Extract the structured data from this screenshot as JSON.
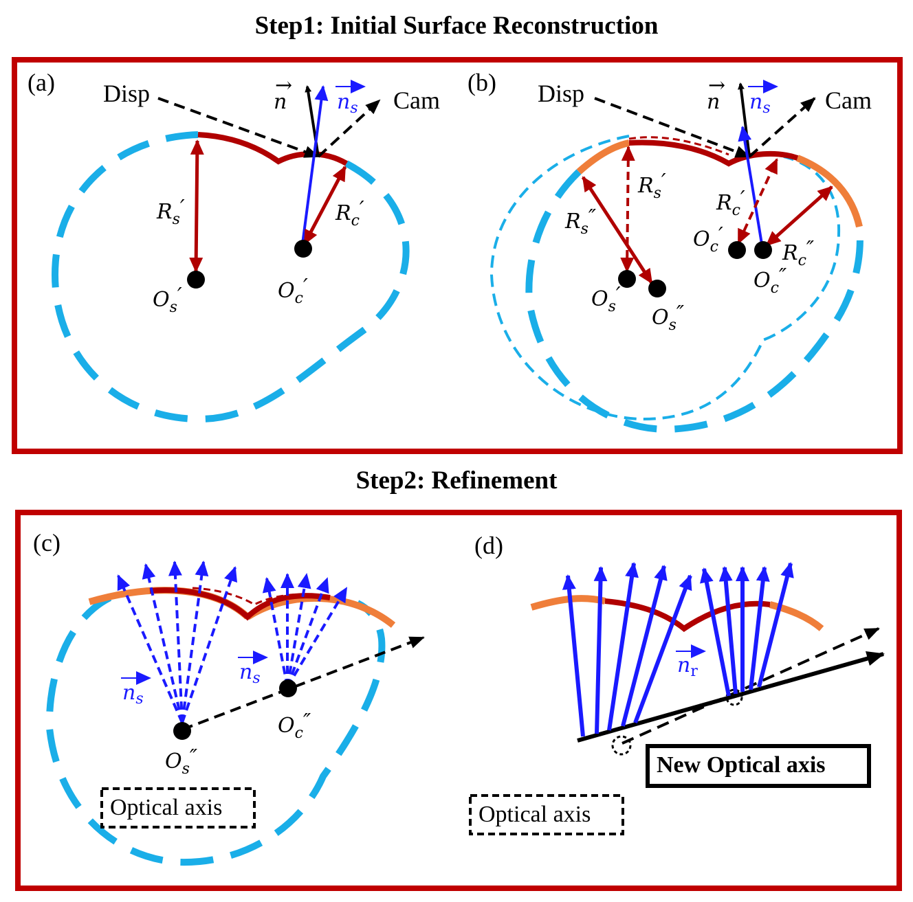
{
  "titles": {
    "step1": "Step1: Initial Surface Reconstruction",
    "step2": "Step2: Refinement"
  },
  "panels": {
    "a": {
      "label": "(a)",
      "disp": "Disp",
      "cam": "Cam",
      "n": "n",
      "n_s": "n",
      "n_s_sub": "s",
      "R_s": "R",
      "R_s_sub": "s",
      "R_s_prime": "′",
      "R_c": "R",
      "R_c_sub": "c",
      "R_c_prime": "′",
      "O_s": "O",
      "O_s_sub": "s",
      "O_s_prime": "′",
      "O_c": "O",
      "O_c_sub": "c",
      "O_c_prime": "′"
    },
    "b": {
      "label": "(b)",
      "disp": "Disp",
      "cam": "Cam",
      "n": "n",
      "n_s": "n",
      "n_s_sub": "s",
      "R_s1": "R",
      "R_s1_sub": "s",
      "R_s1_prime": "′",
      "R_s2": "R",
      "R_s2_sub": "s",
      "R_s2_prime": "″",
      "R_c1": "R",
      "R_c1_sub": "c",
      "R_c1_prime": "′",
      "R_c2": "R",
      "R_c2_sub": "c",
      "R_c2_prime": "″",
      "O_c1": "O",
      "O_c1_sub": "c",
      "O_c1_prime": "′",
      "O_c2": "O",
      "O_c2_sub": "c",
      "O_c2_prime": "″",
      "O_s1": "O",
      "O_s1_sub": "s",
      "O_s1_prime": "′",
      "O_s2": "O",
      "O_s2_sub": "s",
      "O_s2_prime": "″"
    },
    "c": {
      "label": "(c)",
      "n_s_left": "n",
      "n_s_left_sub": "s",
      "n_s_right": "n",
      "n_s_right_sub": "s",
      "O_s": "O",
      "O_s_sub": "s",
      "O_s_prime": "″",
      "O_c": "O",
      "O_c_sub": "c",
      "O_c_prime": "″",
      "optical_axis": "Optical axis"
    },
    "d": {
      "label": "(d)",
      "n_r": "n",
      "n_r_sub": "r",
      "new_optical_axis": "New Optical axis",
      "optical_axis": "Optical axis"
    }
  },
  "colors": {
    "frame": "#c00000",
    "dashed_contour": "#1aaee8",
    "surface": "#b00000",
    "extended_surface": "#ef7e3a",
    "normal": "#1a1aff",
    "black": "#000000"
  }
}
